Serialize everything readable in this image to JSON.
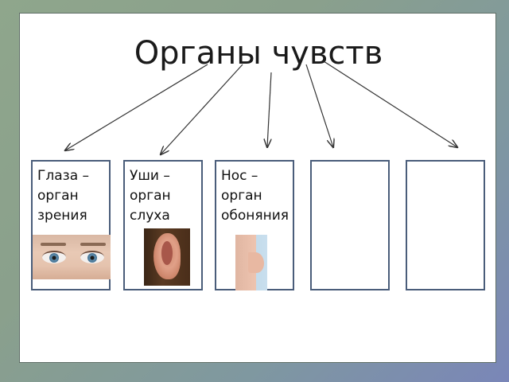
{
  "title": "Органы чувств",
  "boxes": [
    {
      "label": "Глаза –\nорган\nзрения",
      "image": "eyes-photo"
    },
    {
      "label": "Уши –\nорган\nслуха",
      "image": "ear-photo"
    },
    {
      "label": "Нос –\nорган\nобоняния",
      "image": "nose-photo"
    },
    {
      "label": "",
      "image": ""
    },
    {
      "label": "",
      "image": ""
    }
  ],
  "colors": {
    "box_border": "#4a5d7a",
    "arrow": "#333333",
    "background": "#8fa68c"
  }
}
